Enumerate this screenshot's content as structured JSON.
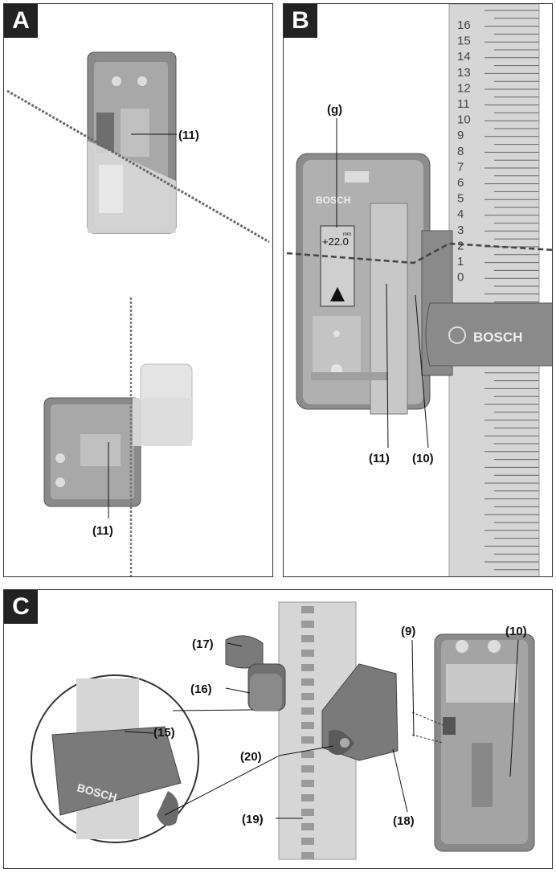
{
  "panels": {
    "a": {
      "tag": "A",
      "callout_top": "(11)",
      "callout_bottom": "(11)"
    },
    "b": {
      "tag": "B",
      "callout_g": "(g)",
      "callout_11": "(11)",
      "callout_10": "(10)",
      "display_value": "+22.0",
      "display_unit": "mm",
      "brand": "BOSCH",
      "clamp_brand": "BOSCH",
      "scale_numbers": [
        "16",
        "15",
        "14",
        "13",
        "12",
        "11",
        "10",
        "9",
        "8",
        "7",
        "6",
        "5",
        "4",
        "3",
        "2",
        "1",
        "0"
      ]
    },
    "c": {
      "tag": "C",
      "callouts": {
        "c17": "(17)",
        "c16": "(16)",
        "c15": "(15)",
        "c20": "(20)",
        "c19": "(19)",
        "c18": "(18)",
        "c9": "(9)",
        "c10": "(10)"
      },
      "clamp_brand": "BOSCH"
    }
  }
}
